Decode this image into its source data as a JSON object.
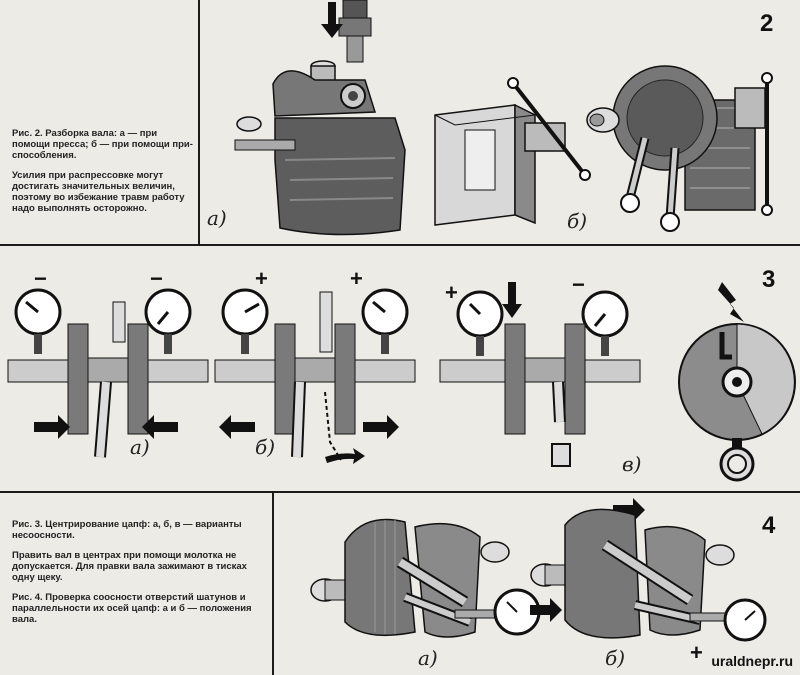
{
  "figures": {
    "fig2": {
      "number": "2",
      "labels": {
        "a": "а)",
        "b": "б)"
      }
    },
    "fig3": {
      "number": "3",
      "labels": {
        "a": "а)",
        "b": "б)",
        "v": "в)"
      },
      "signs": {
        "a_left": "−",
        "a_right": "−",
        "b_left": "+",
        "b_right": "+",
        "v_left": "+",
        "v_right": "−"
      }
    },
    "fig4": {
      "number": "4",
      "labels": {
        "a": "а)",
        "b": "б)"
      },
      "sign": "+"
    }
  },
  "captions": {
    "fig2_title": "Рис. 2. Разборка вала: а — при помощи пресса; б — при помощи при­способления.",
    "fig2_note": "Усилия при распрессовке могут достигать значи­тельных величин, поэто­му во избежание травм работу надо выполнять осторожно.",
    "fig3_title": "Рис. 3. Центрирование цапф: а, б, в — варианты несоосно­сти.",
    "fig3_note": "Править вал в центрах при по­мощи молотка не допускается. Для правки вала зажимают в тисках одну щеку.",
    "fig4_title": "Рис. 4. Проверка соосности от­верстий шатунов и параллель­ности их осей цапф: а и б — поло­жения вала."
  },
  "watermark": "uraldnepr.ru"
}
